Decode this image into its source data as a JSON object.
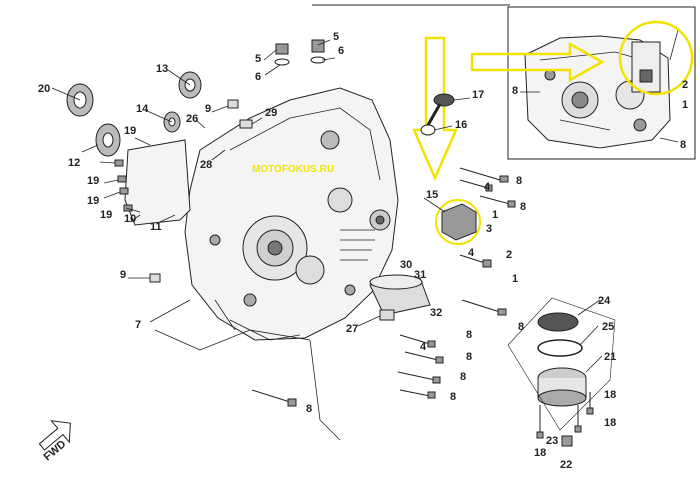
{
  "diagram": {
    "watermark": "MOTOFOKUS.RU",
    "fwd_label": "FWD",
    "callouts": [
      {
        "id": "c20",
        "text": "20"
      },
      {
        "id": "c13",
        "text": "13"
      },
      {
        "id": "c5a",
        "text": "5"
      },
      {
        "id": "c6a",
        "text": "6"
      },
      {
        "id": "c5b",
        "text": "5"
      },
      {
        "id": "c6b",
        "text": "6"
      },
      {
        "id": "c14",
        "text": "14"
      },
      {
        "id": "c26",
        "text": "26"
      },
      {
        "id": "c9a",
        "text": "9"
      },
      {
        "id": "c29",
        "text": "29"
      },
      {
        "id": "c17",
        "text": "17"
      },
      {
        "id": "c16",
        "text": "16"
      },
      {
        "id": "c12",
        "text": "12"
      },
      {
        "id": "c19a",
        "text": "19"
      },
      {
        "id": "c19b",
        "text": "19"
      },
      {
        "id": "c19c",
        "text": "19"
      },
      {
        "id": "c19d",
        "text": "19"
      },
      {
        "id": "c28",
        "text": "28"
      },
      {
        "id": "c10",
        "text": "10"
      },
      {
        "id": "c11",
        "text": "11"
      },
      {
        "id": "c15",
        "text": "15"
      },
      {
        "id": "c4a",
        "text": "4"
      },
      {
        "id": "c8a",
        "text": "8"
      },
      {
        "id": "c8b",
        "text": "8"
      },
      {
        "id": "c1a",
        "text": "1"
      },
      {
        "id": "c3",
        "text": "3"
      },
      {
        "id": "c4b",
        "text": "4"
      },
      {
        "id": "c2a",
        "text": "2"
      },
      {
        "id": "c1b",
        "text": "1"
      },
      {
        "id": "c30",
        "text": "30"
      },
      {
        "id": "c31",
        "text": "31"
      },
      {
        "id": "c32",
        "text": "32"
      },
      {
        "id": "c9b",
        "text": "9"
      },
      {
        "id": "c7",
        "text": "7"
      },
      {
        "id": "c27",
        "text": "27"
      },
      {
        "id": "c8c",
        "text": "8"
      },
      {
        "id": "c24",
        "text": "24"
      },
      {
        "id": "c25",
        "text": "25"
      },
      {
        "id": "c4c",
        "text": "4"
      },
      {
        "id": "c8d",
        "text": "8"
      },
      {
        "id": "c8e",
        "text": "8"
      },
      {
        "id": "c8f",
        "text": "8"
      },
      {
        "id": "c8g",
        "text": "8"
      },
      {
        "id": "c8h",
        "text": "8"
      },
      {
        "id": "c21",
        "text": "21"
      },
      {
        "id": "c18a",
        "text": "18"
      },
      {
        "id": "c18b",
        "text": "18"
      },
      {
        "id": "c18c",
        "text": "18"
      },
      {
        "id": "c23",
        "text": "23"
      },
      {
        "id": "c22",
        "text": "22"
      },
      {
        "id": "i8a",
        "text": "8"
      },
      {
        "id": "i2",
        "text": "2"
      },
      {
        "id": "i1",
        "text": "1"
      },
      {
        "id": "i8b",
        "text": "8"
      }
    ]
  },
  "colors": {
    "highlight": "#f2e200",
    "line": "#222222",
    "paper": "#ffffff"
  }
}
